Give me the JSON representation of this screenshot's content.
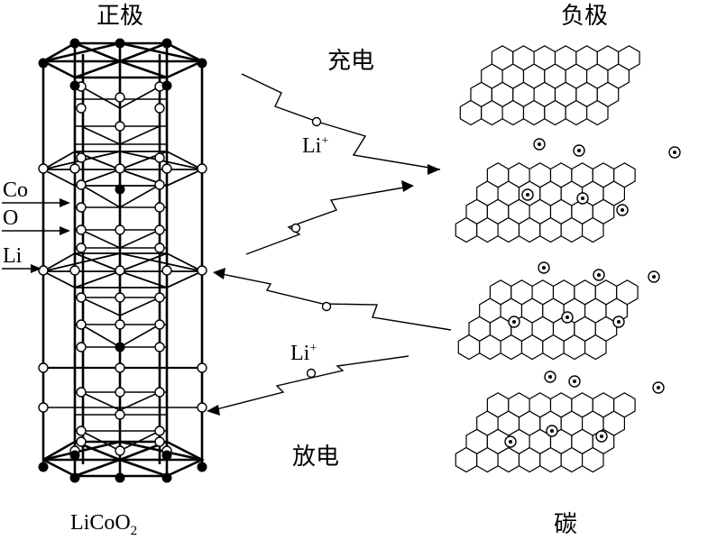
{
  "labels": {
    "positive": "正极",
    "negative": "负极",
    "charge": "充电",
    "discharge": "放电",
    "co": "Co",
    "o": "O",
    "li": "Li",
    "cathode_base": "LiCoO",
    "cathode_sub": "2",
    "anode_material": "碳",
    "ion_base": "Li",
    "ion_sup": "+"
  }
}
